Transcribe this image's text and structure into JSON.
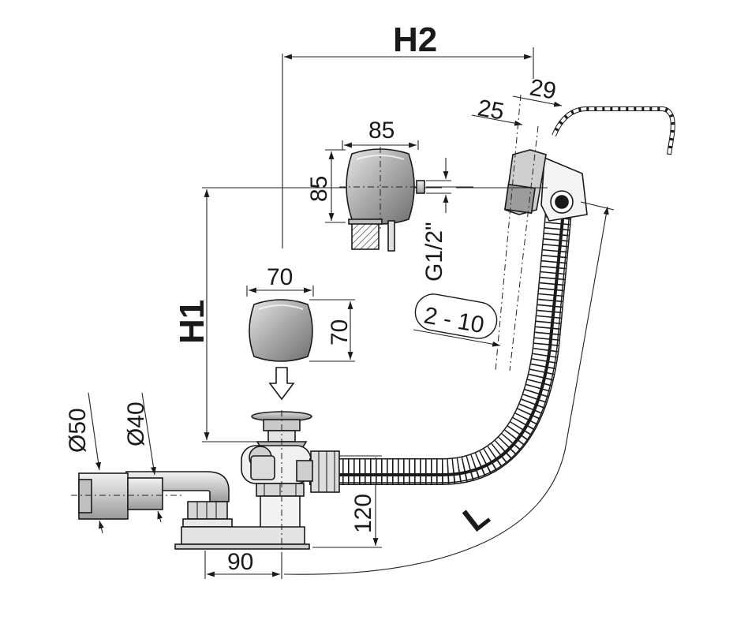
{
  "colors": {
    "line": "#1a1a1a",
    "metal_light": "#d9d9d9",
    "metal_mid": "#a6a6a6",
    "metal_dark": "#6e6e6e",
    "background": "#ffffff"
  },
  "dimensions": {
    "h2": "H2",
    "h1": "H1",
    "l": "L",
    "d29": "29",
    "d25": "25",
    "d85_width": "85",
    "d85_height": "85",
    "thread": "G1/2\"",
    "d70_width": "70",
    "d70_height": "70",
    "range": "2 - 10",
    "d50": "Ø50",
    "d40": "Ø40",
    "d120": "120",
    "d90": "90"
  },
  "icons": {
    "arrow": "down-arrow-icon"
  }
}
